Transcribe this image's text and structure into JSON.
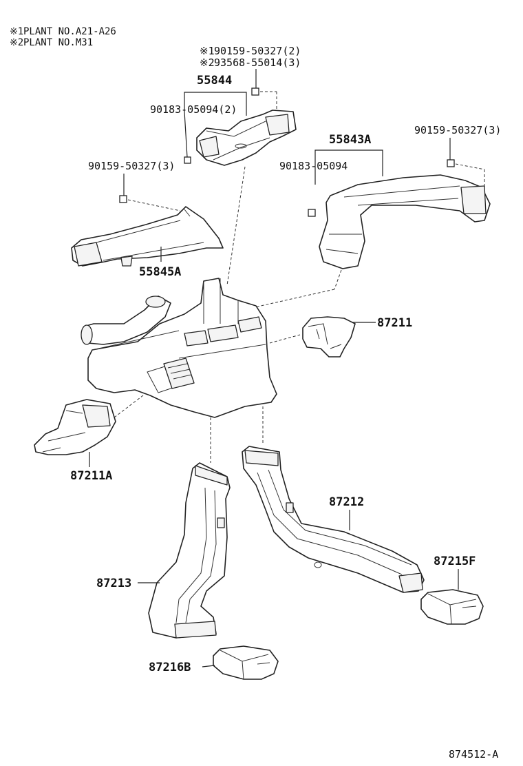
{
  "notes": [
    {
      "mark": "※1",
      "text": "PLANT  NO.A21-A26"
    },
    {
      "mark": "※2",
      "text": "PLANT  NO.M31"
    }
  ],
  "callouts": {
    "c_90159_top": "90159-50327(2)",
    "c_93568": "93568-55014(3)",
    "c_55844": "55844",
    "c_90183_left": "90183-05094(2)",
    "c_90159_left": "90159-50327(3)",
    "c_55845A": "55845A",
    "c_55843A": "55843A",
    "c_90159_right": "90159-50327(3)",
    "c_90183_right": "90183-05094",
    "c_87211": "87211",
    "c_87211A": "87211A",
    "c_87212": "87212",
    "c_87213": "87213",
    "c_87215F": "87215F",
    "c_87216B": "87216B"
  },
  "marks": {
    "m1": "※1",
    "m2": "※2"
  },
  "diagram_id": "874512-A"
}
